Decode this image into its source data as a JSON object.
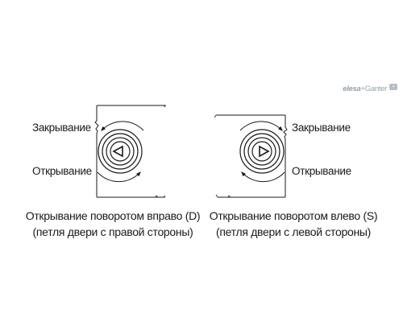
{
  "brand": {
    "elesa": "elesa",
    "separator": "+",
    "ganter": "Ganter"
  },
  "left": {
    "close_label": "Закрывание",
    "open_label": "Открывание",
    "caption_line1": "Открывание поворотом вправо (D)",
    "caption_line2": "(петля двери с правой стороны)"
  },
  "right": {
    "close_label": "Закрывание",
    "open_label": "Открывание",
    "caption_line1": "Открывание поворотом влево (S)",
    "caption_line2": "(петля двери с левой стороны)"
  },
  "colors": {
    "line": "#1a1a1a",
    "text": "#1a1a1a",
    "brand_gray": "#9aa0a6"
  }
}
